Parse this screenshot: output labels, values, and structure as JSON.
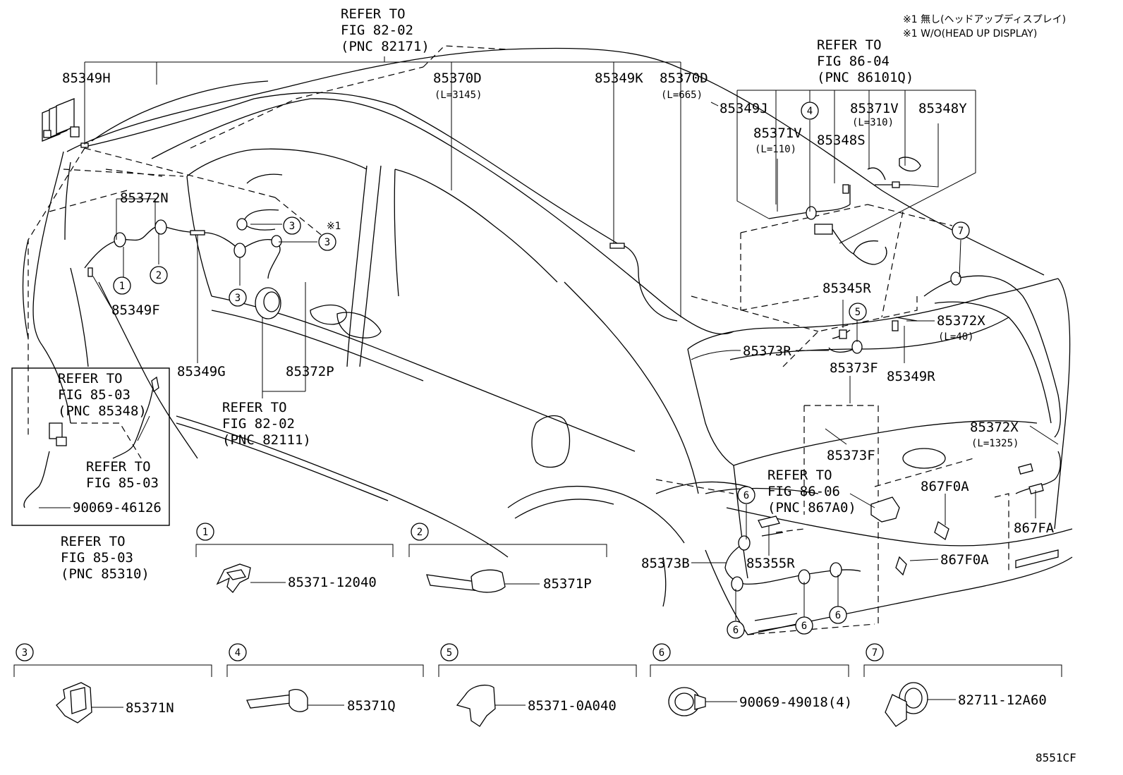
{
  "notes": {
    "jp": "※1 無し(ヘッドアップディスプレイ)",
    "en": "※1 W/O(HEAD UP DISPLAY)",
    "marker": "※1"
  },
  "refs": {
    "fig82_02_top": [
      "REFER TO",
      "FIG 82-02",
      "(PNC 82171)"
    ],
    "fig86_04": [
      "REFER TO",
      "FIG 86-04",
      "(PNC 86101Q)"
    ],
    "fig85_03_pnc85348": [
      "REFER TO",
      "FIG 85-03",
      "(PNC 85348)"
    ],
    "fig85_03_plain": [
      "REFER TO",
      "FIG 85-03"
    ],
    "fig82_02_bottom": [
      "REFER TO",
      "FIG 82-02",
      "(PNC 82111)"
    ],
    "fig85_03_pnc85310": [
      "REFER TO",
      "FIG 85-03",
      "(PNC 85310)"
    ],
    "fig86_06": [
      "REFER TO",
      "FIG 86-06",
      "(PNC 867A0)"
    ]
  },
  "parts": {
    "p85349H": "85349H",
    "p85370D_1": "85370D",
    "p85370D_1_len": "(L=3145)",
    "p85349K": "85349K",
    "p85370D_2": "85370D",
    "p85370D_2_len": "(L=665)",
    "p85349J": "85349J",
    "p85371V_1": "85371V",
    "p85371V_1_len": "(L=110)",
    "p85371V_2": "85371V",
    "p85371V_2_len": "(L=310)",
    "p85348Y": "85348Y",
    "p85348S": "85348S",
    "p85372N": "85372N",
    "p85349F": "85349F",
    "p85349G": "85349G",
    "p85372P": "85372P",
    "p85345R": "85345R",
    "p85372X_1": "85372X",
    "p85372X_1_len": "(L=40)",
    "p85373R": "85373R",
    "p85373F_1": "85373F",
    "p85349R": "85349R",
    "p85372X_2": "85372X",
    "p85372X_2_len": "(L=1325)",
    "p85373F_2": "85373F",
    "p867F0A_1": "867F0A",
    "p867FA": "867FA",
    "p85373B": "85373B",
    "p85355R": "85355R",
    "p867F0A_2": "867F0A",
    "p90069_46126": "90069-46126"
  },
  "callouts": [
    "1",
    "2",
    "3",
    "4",
    "5",
    "6",
    "7"
  ],
  "legend": [
    {
      "num": "1",
      "part": "85371-12040"
    },
    {
      "num": "2",
      "part": "85371P"
    },
    {
      "num": "3",
      "part": "85371N"
    },
    {
      "num": "4",
      "part": "85371Q"
    },
    {
      "num": "5",
      "part": "85371-0A040"
    },
    {
      "num": "6",
      "part": "90069-49018(4)"
    },
    {
      "num": "7",
      "part": "82711-12A60"
    }
  ],
  "figure_id": "8551CF"
}
